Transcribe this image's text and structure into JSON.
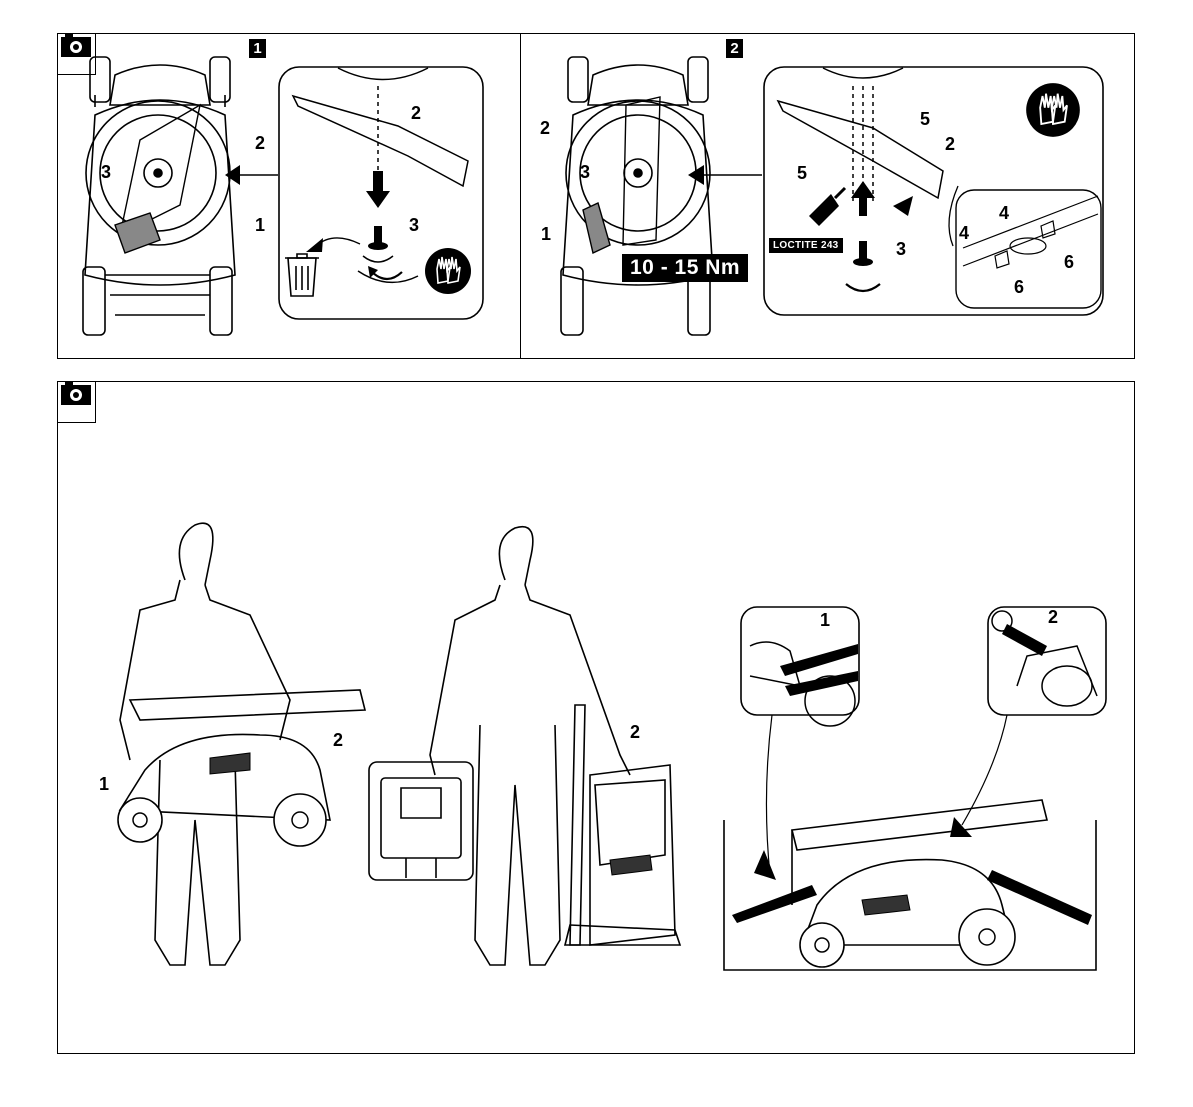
{
  "top_panel": {
    "step1": {
      "badge": "1",
      "callouts": {
        "c1": "1",
        "c2": "2",
        "c3": "3",
        "detail_2": "2",
        "detail_3": "3"
      }
    },
    "step2": {
      "badge": "2",
      "torque": "10 - 15 Nm",
      "loctite": "LOCTITE 243",
      "callouts": {
        "c1": "1",
        "c2": "2",
        "c3": "3",
        "d5a": "5",
        "d5b": "5",
        "d2": "2",
        "d3": "3",
        "d4a": "4",
        "d4b": "4",
        "d6a": "6",
        "d6b": "6"
      }
    }
  },
  "bottom_panel": {
    "callouts": {
      "carry1": "1",
      "carry2": "2",
      "upright2": "2",
      "strap1": "1",
      "strap2": "2"
    }
  },
  "icons": [
    "camera-icon",
    "gloves-icon",
    "waste-bin-icon",
    "rotate-arrow-icon",
    "oil-bottle-icon"
  ]
}
